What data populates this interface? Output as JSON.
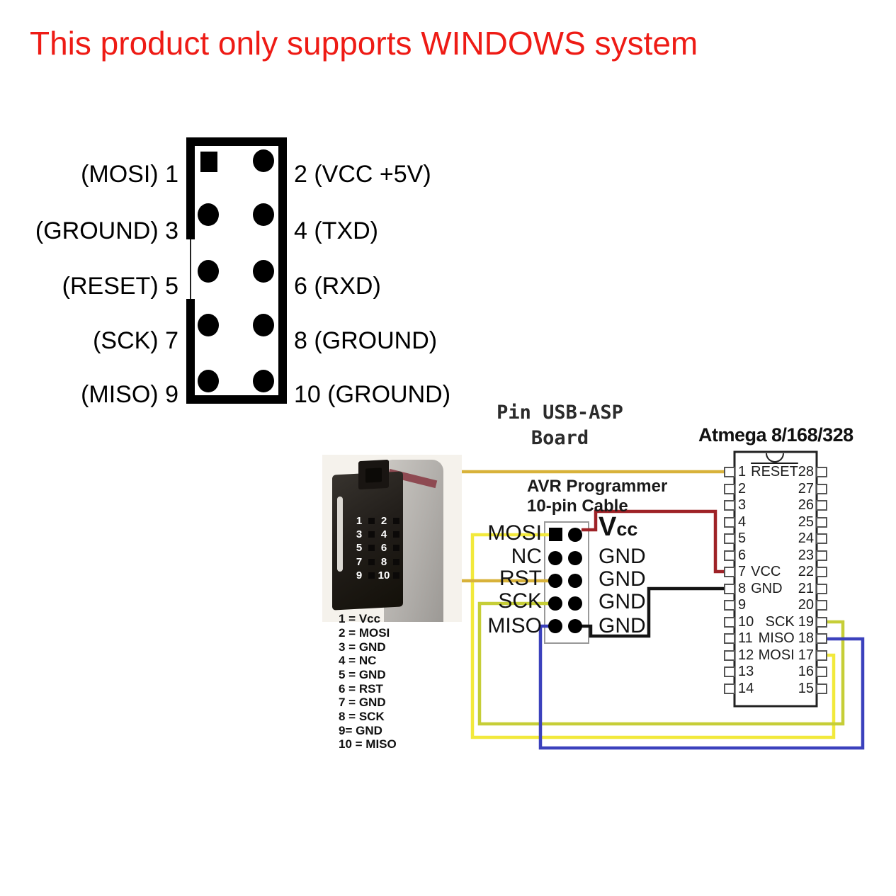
{
  "title": {
    "text": "This product only supports WINDOWS system",
    "color": "#ee1b15"
  },
  "idc_diagram": {
    "rows": [
      {
        "left": "(MOSI) 1",
        "right": "2 (VCC +5V)"
      },
      {
        "left": "(GROUND) 3",
        "right": "4 (TXD)"
      },
      {
        "left": "(RESET) 5",
        "right": "6 (RXD)"
      },
      {
        "left": "(SCK) 7",
        "right": "8 (GROUND)"
      },
      {
        "left": "(MISO) 9",
        "right": "10 (GROUND)"
      }
    ]
  },
  "board_label": {
    "line1": "Pin USB-ASP",
    "line2": "Board"
  },
  "photo": {
    "rows": [
      [
        "1",
        "2"
      ],
      [
        "3",
        "4"
      ],
      [
        "5",
        "6"
      ],
      [
        "7",
        "8"
      ],
      [
        "9",
        "10"
      ]
    ]
  },
  "legend": {
    "lines": [
      "1 = Vcc",
      "2 = MOSI",
      "3 = GND",
      "4 = NC",
      "5 = GND",
      "6 = RST",
      "7 = GND",
      "8 = SCK",
      "9= GND",
      "10 = MISO"
    ]
  },
  "cable": {
    "title_line1": "AVR Programmer",
    "title_line2": "10-pin Cable",
    "left_labels": [
      "MOSI",
      "NC",
      "RST",
      "SCK",
      "MISO"
    ],
    "right_labels": [
      "Vcc",
      "GND",
      "GND",
      "GND",
      "GND"
    ]
  },
  "chip": {
    "title": "Atmega 8/168/328",
    "left_pins": [
      {
        "num": "1",
        "name": "RESET"
      },
      {
        "num": "2",
        "name": ""
      },
      {
        "num": "3",
        "name": ""
      },
      {
        "num": "4",
        "name": ""
      },
      {
        "num": "5",
        "name": ""
      },
      {
        "num": "6",
        "name": ""
      },
      {
        "num": "7",
        "name": "VCC"
      },
      {
        "num": "8",
        "name": "GND"
      },
      {
        "num": "9",
        "name": ""
      },
      {
        "num": "10",
        "name": ""
      },
      {
        "num": "11",
        "name": ""
      },
      {
        "num": "12",
        "name": ""
      },
      {
        "num": "13",
        "name": ""
      },
      {
        "num": "14",
        "name": ""
      }
    ],
    "right_pins": [
      {
        "num": "28",
        "name": ""
      },
      {
        "num": "27",
        "name": ""
      },
      {
        "num": "26",
        "name": ""
      },
      {
        "num": "25",
        "name": ""
      },
      {
        "num": "24",
        "name": ""
      },
      {
        "num": "23",
        "name": ""
      },
      {
        "num": "22",
        "name": ""
      },
      {
        "num": "21",
        "name": ""
      },
      {
        "num": "20",
        "name": ""
      },
      {
        "num": "19",
        "name": "SCK"
      },
      {
        "num": "18",
        "name": "MISO"
      },
      {
        "num": "17",
        "name": "MOSI"
      },
      {
        "num": "16",
        "name": ""
      },
      {
        "num": "15",
        "name": ""
      }
    ]
  },
  "wires": {
    "reset": {
      "color": "#d8b23a"
    },
    "mosi": {
      "color": "#f2e93c"
    },
    "sck": {
      "color": "#c6ce37"
    },
    "miso": {
      "color": "#3b41bd"
    },
    "vcc": {
      "color": "#9e2227"
    },
    "gnd": {
      "color": "#141414"
    }
  }
}
